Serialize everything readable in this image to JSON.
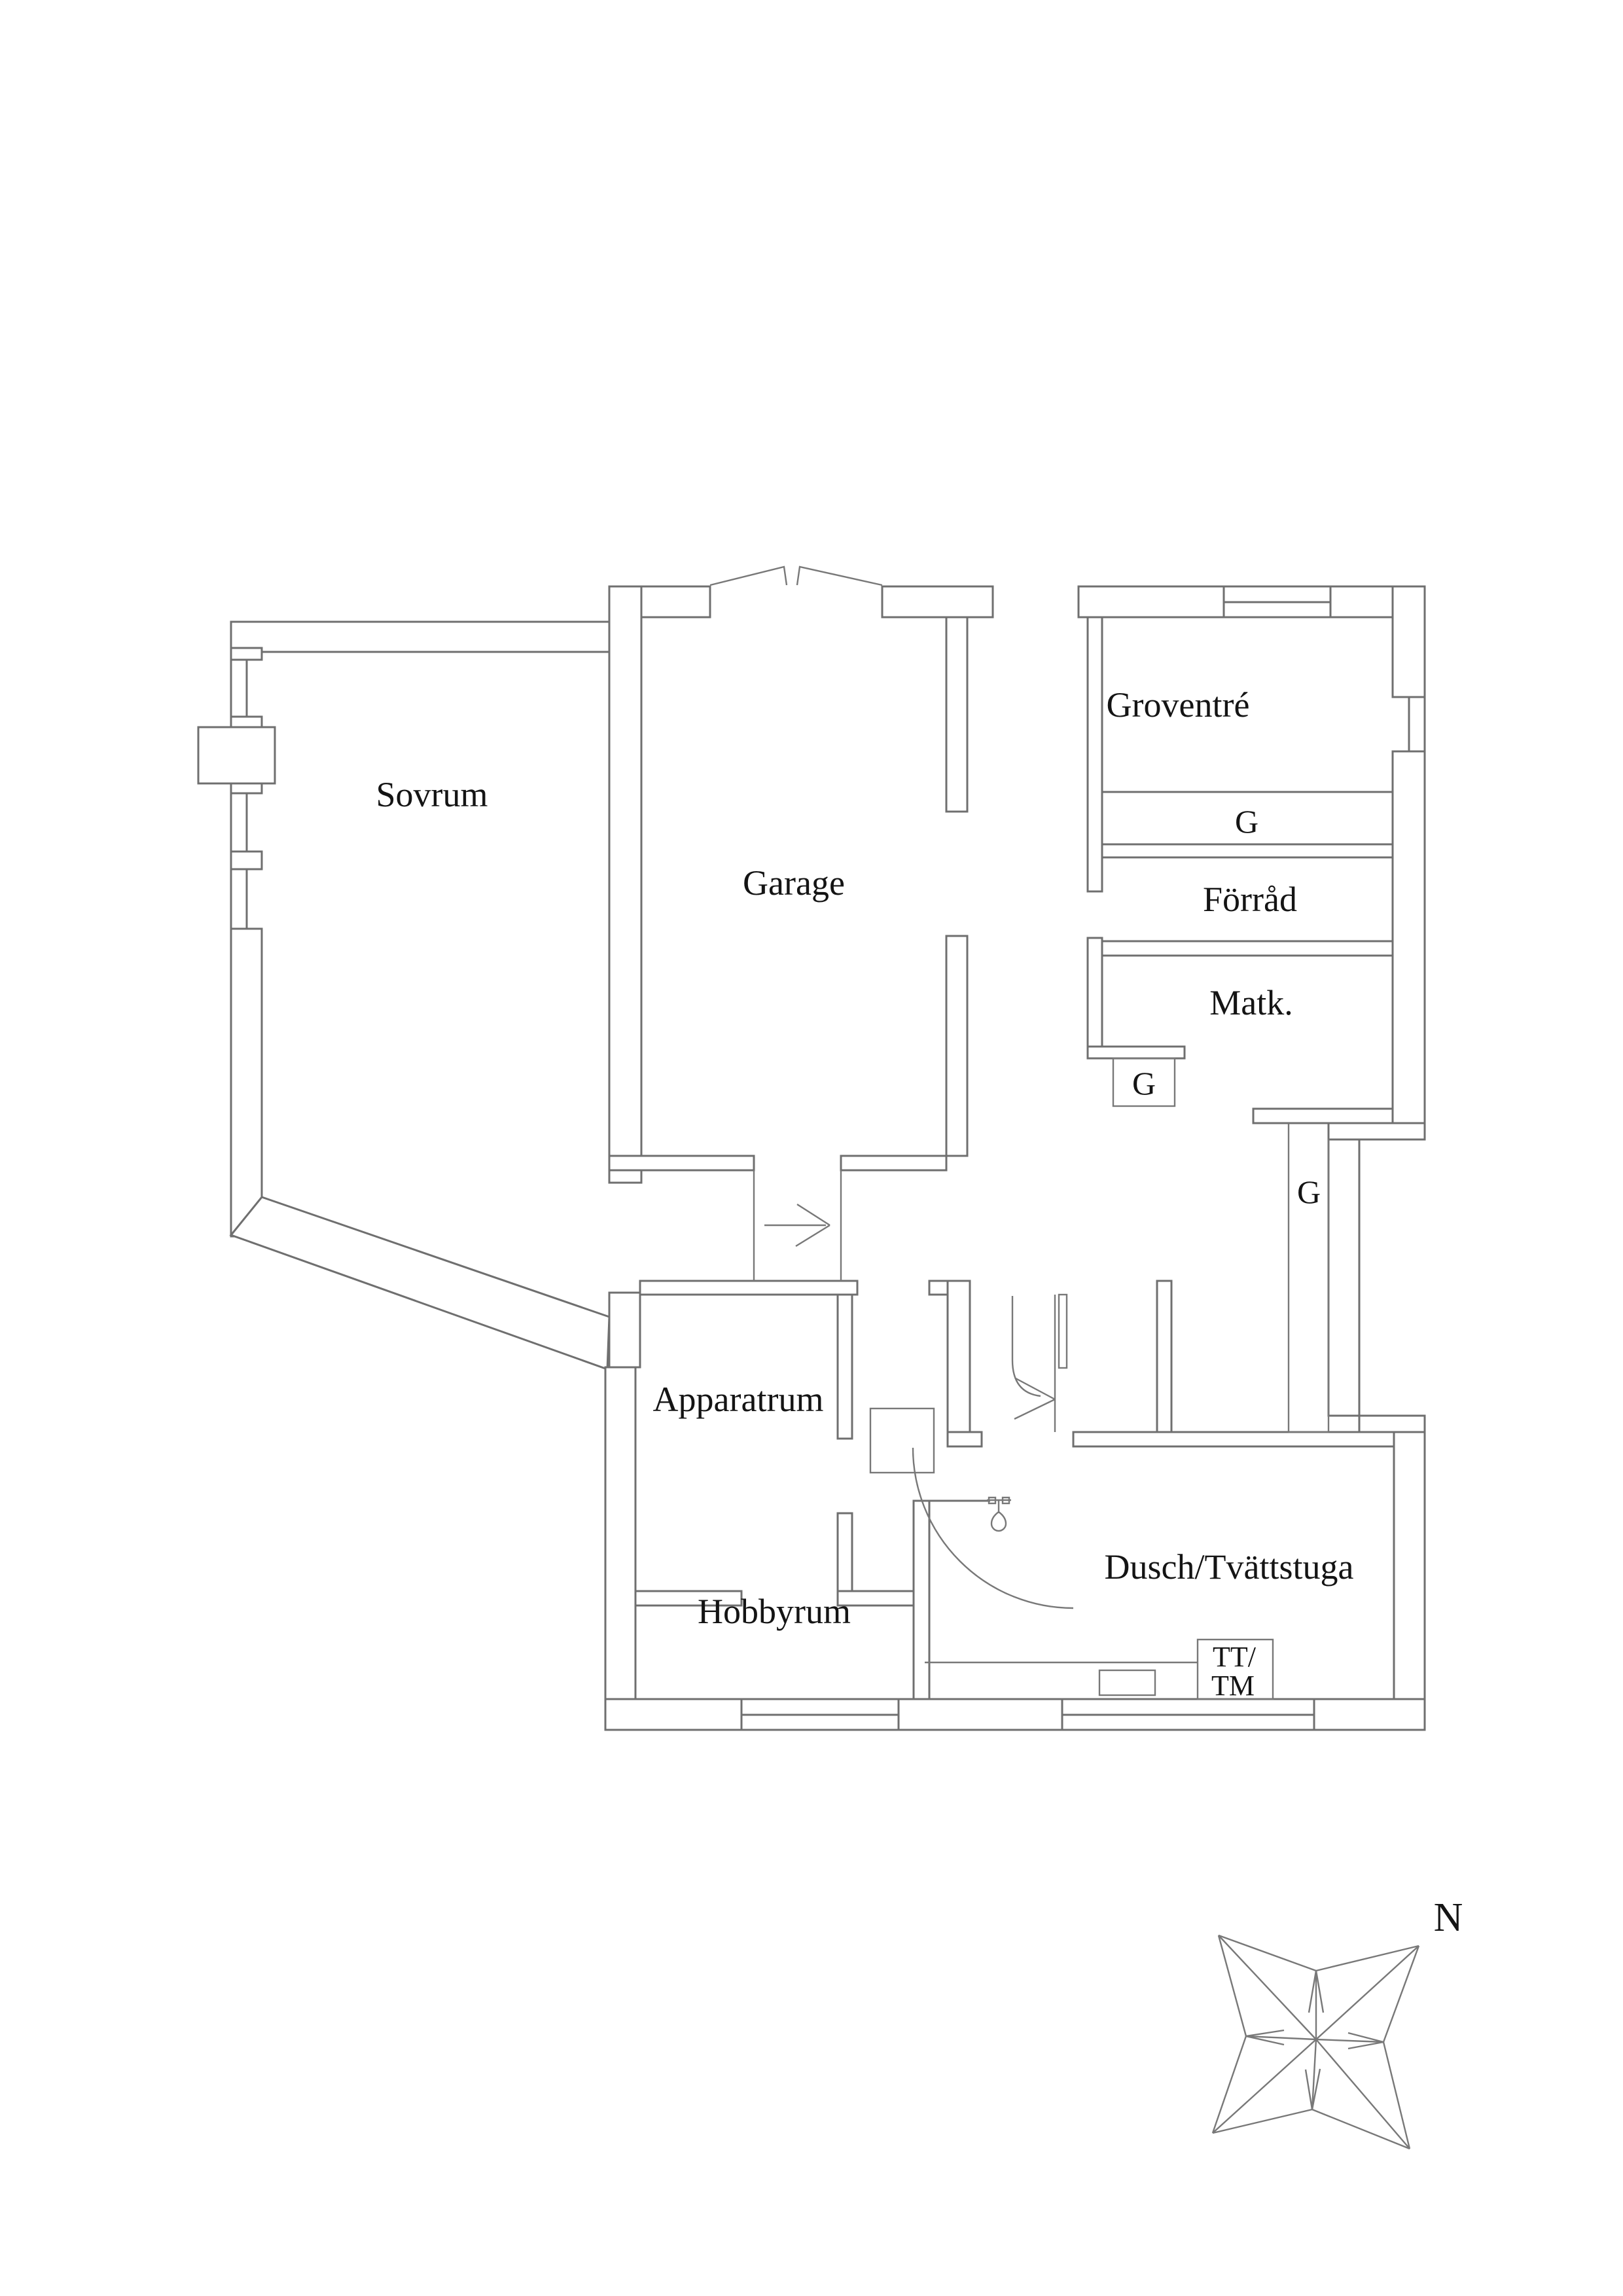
{
  "palette": {
    "wall_line": "#6f6f6f",
    "text": "#141414",
    "background": "#ffffff"
  },
  "floorplan": {
    "rooms": [
      {
        "id": "sovrum",
        "label": "Sovrum"
      },
      {
        "id": "garage",
        "label": "Garage"
      },
      {
        "id": "groventre",
        "label": "Groventré"
      },
      {
        "id": "forrad",
        "label": "Förråd"
      },
      {
        "id": "matk",
        "label": "Matk."
      },
      {
        "id": "apparatrum",
        "label": "Apparatrum"
      },
      {
        "id": "hobbyrum",
        "label": "Hobbyrum"
      },
      {
        "id": "dusch",
        "label": "Dusch/Tvättstuga"
      }
    ],
    "closets": [
      {
        "id": "g-groventre",
        "label": "G"
      },
      {
        "id": "g-matk",
        "label": "G"
      },
      {
        "id": "g-corridor",
        "label": "G"
      }
    ],
    "appliances": {
      "tt_line1": "TT/",
      "tt_line2": "TM"
    },
    "compass": {
      "north_label": "N"
    }
  }
}
